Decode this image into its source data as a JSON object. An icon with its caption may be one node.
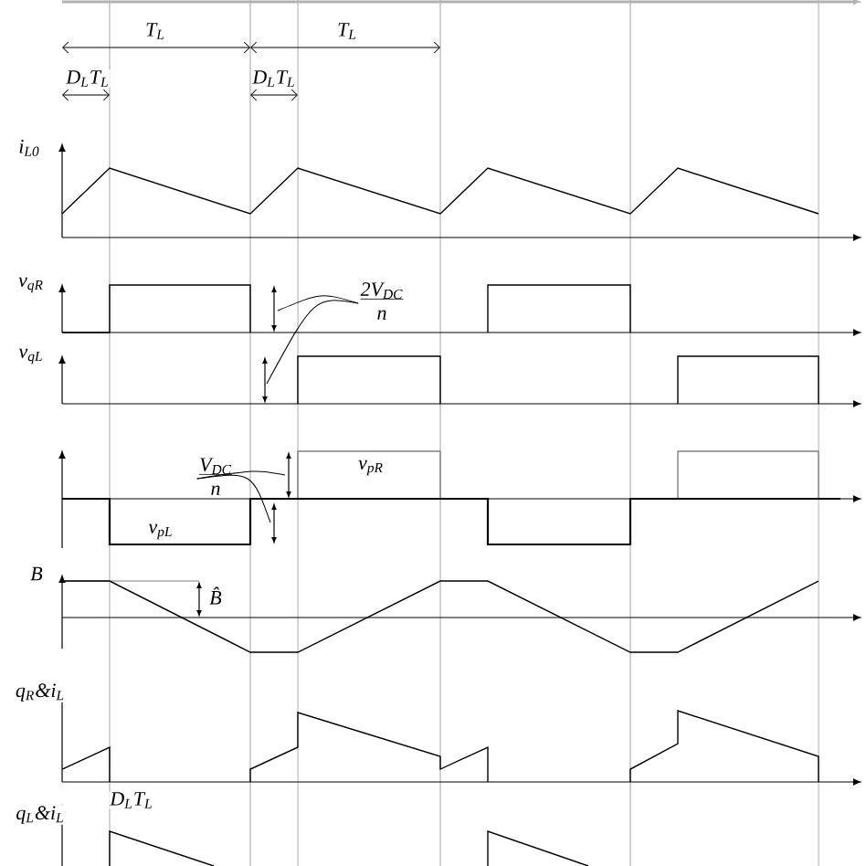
{
  "diagram": {
    "nodes": [
      {
        "text": [
          "2V$_{DC}$",
          "n"
        ]
      },
      {
        "text": [
          "V$_{DC}$",
          "n"
        ]
      }
    ],
    "edges": [
      {
        "from": 0,
        "to": null,
        "arrow": "none"
      },
      {
        "from": 0,
        "to": null,
        "arrow": "none"
      },
      {
        "from": 1,
        "to": null,
        "arrow": "none"
      },
      {
        "from": 1,
        "to": null,
        "arrow": "none"
      }
    ],
    "labels": [
      "T$_{L}$",
      "T$_{L}$",
      "D$_{L}$T$_{L}$",
      "D$_{L}$T$_{L}$",
      "i$_{L0}$",
      "v$_{qR}$",
      "v$_{qL}$",
      "v$_{pR}$",
      "v$_{pL}$",
      "B",
      "B̂",
      "q$_{R}$&i$_{L}$",
      "D$_{L}$T$_{L}$",
      "q$_{L}$&i$_{L}$"
    ]
  }
}
